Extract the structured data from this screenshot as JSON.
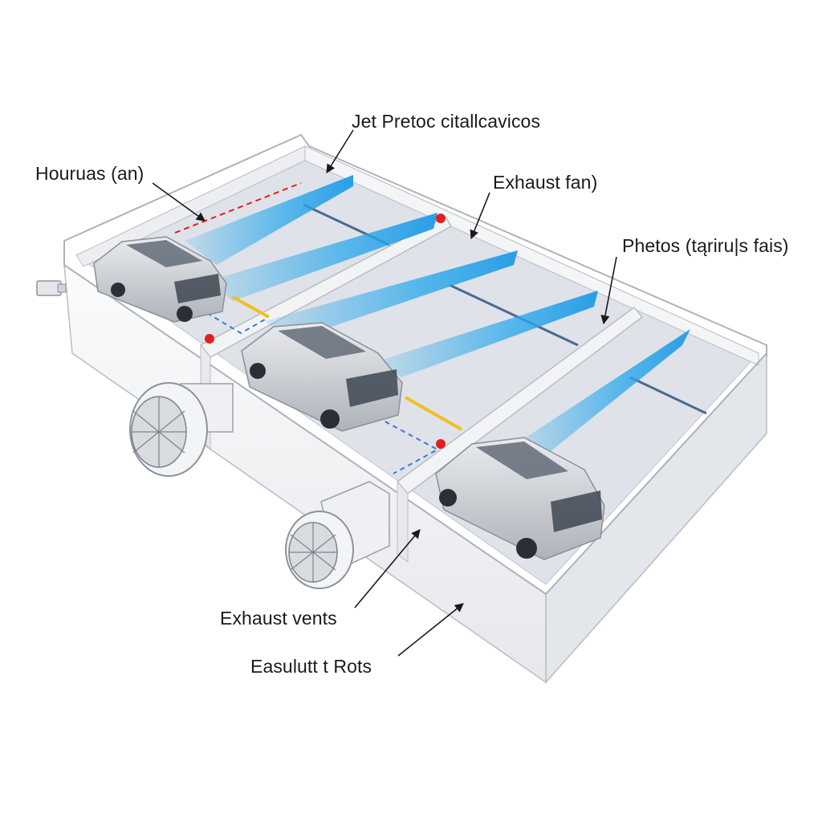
{
  "labels": {
    "jet": "Jet Pretoc citallcavicos",
    "houruas": "Houruas (an)",
    "exhaust_fan": "Exhaust fan)",
    "phetos": "Phetos (tąriru|s fais)",
    "exhaust_vents": "Exhaust vents",
    "easulutt": "Easulutt t Rots"
  },
  "colors": {
    "airflow": "#2aa8ec",
    "wall": "#f1f2f5",
    "floor": "#dfe2e8",
    "lane_yellow": "#f0c020",
    "lane_blue": "#3a7ad8",
    "marker_red": "#e02020",
    "car_body": "#c9cdd3"
  },
  "icons": [
    "fan-icon",
    "camera-icon",
    "car-icon",
    "leader-arrow-icon"
  ]
}
